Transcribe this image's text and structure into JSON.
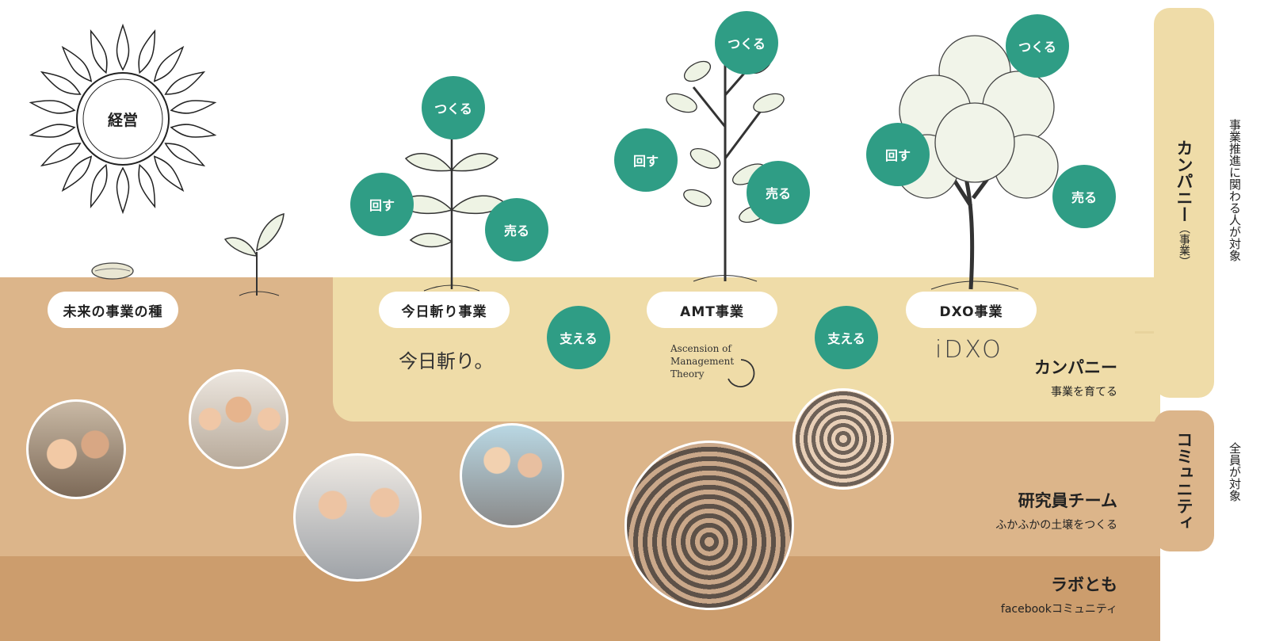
{
  "sun": {
    "label": "経営"
  },
  "stages": [
    {
      "id": "seed",
      "label": "未来の事業の種"
    },
    {
      "id": "kyougiri",
      "label": "今日斬り事業",
      "logo": "今日斬り。"
    },
    {
      "id": "amt",
      "label": "AMT事業",
      "logo_lines": [
        "Ascension of",
        "Management",
        "Theory"
      ]
    },
    {
      "id": "dxo",
      "label": "DXO事業",
      "logo": "iDXO"
    }
  ],
  "actions": {
    "make": "つくる",
    "turn": "回す",
    "sell": "売る",
    "support": "支える"
  },
  "layers": {
    "company": {
      "title": "カンパニー",
      "subtitle": "事業を育てる"
    },
    "research": {
      "title": "研究員チーム",
      "subtitle": "ふかふかの土壌をつくる"
    },
    "labotomo": {
      "title": "ラボとも",
      "subtitle": "facebookコミュニティ"
    }
  },
  "side": {
    "company_bar": {
      "title": "カンパニー",
      "paren": "（事業）",
      "note": "事業推進に関わる人が対象"
    },
    "community_bar": {
      "title": "コミュニティ",
      "note": "全員が対象"
    }
  },
  "colors": {
    "green": "#2f9d85",
    "soil": "#dcb58a",
    "soil_dark": "#cc9d6d",
    "company": "#efdca8"
  }
}
